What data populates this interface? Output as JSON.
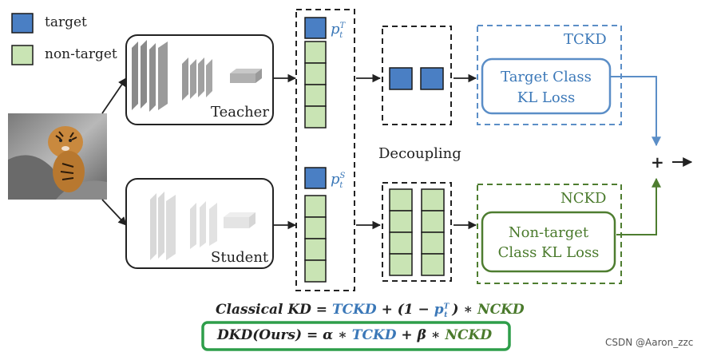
{
  "legend": {
    "target": "target",
    "non_target": "non-target",
    "target_color": "#4a7fc4",
    "non_target_color": "#c9e4b4"
  },
  "teacher_label": "Teacher",
  "student_label": "Student",
  "teacher_prob": "p",
  "teacher_prob_sup": "T",
  "teacher_prob_sub": "t",
  "student_prob": "p",
  "student_prob_sup": "S",
  "student_prob_sub": "t",
  "decoupling_label": "Decoupling",
  "tckd": {
    "tag": "TCKD",
    "line1": "Target Class",
    "line2": "KL Loss",
    "color": "#5b8ec7"
  },
  "nckd": {
    "tag": "NCKD",
    "line1": "Non-target",
    "line2": "Class KL Loss",
    "color": "#4e7d30"
  },
  "plus": "+",
  "formula_classical": {
    "left": "Classical KD =",
    "tckd": "TCKD",
    "plus_open": "+ (1 −",
    "p": "p",
    "p_sup": "T",
    "p_sub": "t",
    "close_mult": ") ∗",
    "nckd": "NCKD"
  },
  "formula_dkd": {
    "left": "DKD(Ours) = α ∗",
    "tckd": "TCKD",
    "mid": "+ β ∗",
    "nckd": "NCKD",
    "box_color": "#2e9e4a"
  },
  "watermark": "CSDN @Aaron_zzc"
}
